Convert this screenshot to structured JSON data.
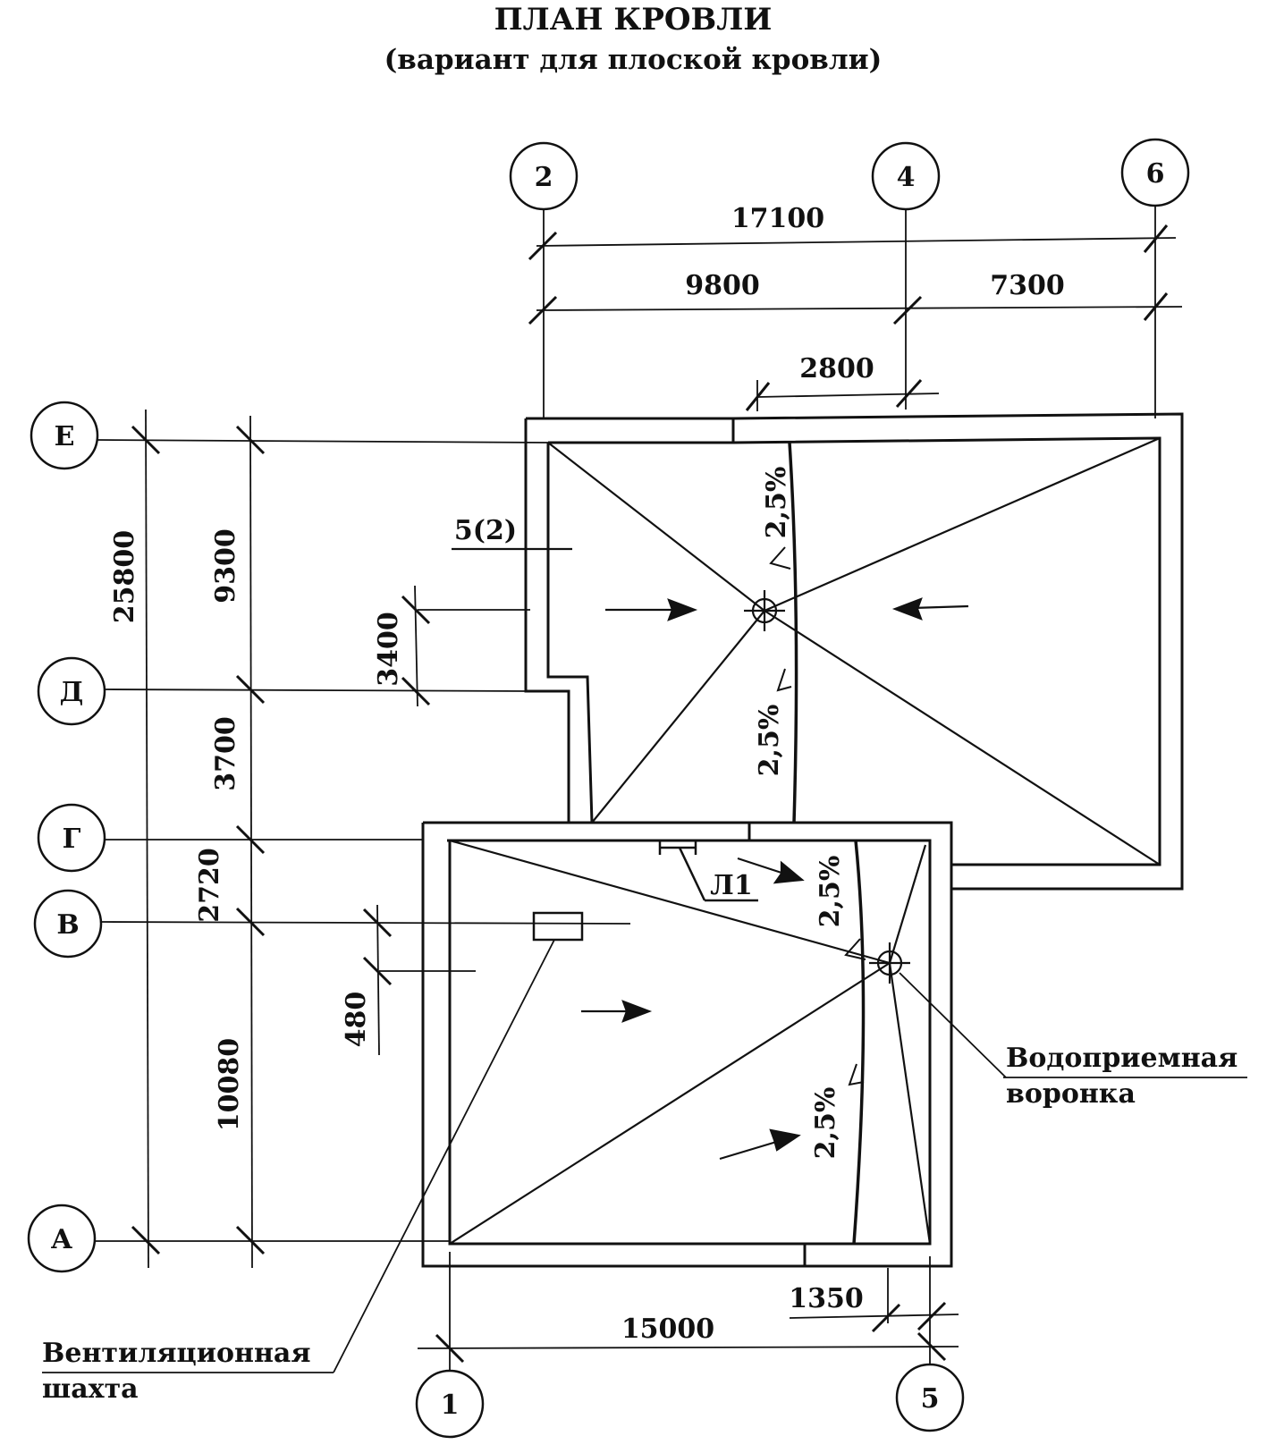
{
  "title": "ПЛАН КРОВЛИ",
  "subtitle": "(вариант для плоской кровли)",
  "axes_vertical": [
    "2",
    "4",
    "6",
    "1",
    "5"
  ],
  "axes_horizontal": [
    "Е",
    "Д",
    "Г",
    "В",
    "А"
  ],
  "dimensions": {
    "d17100": "17100",
    "d9800": "9800",
    "d7300": "7300",
    "d2800": "2800",
    "d25800": "25800",
    "d9300": "9300",
    "d3400": "3400",
    "d3700": "3700",
    "d2720": "2720",
    "d480": "480",
    "d10080": "10080",
    "d1350": "1350",
    "d15000": "15000"
  },
  "slopes": {
    "s1": "2,5%",
    "s2": "2,5%",
    "s3": "2,5%",
    "s4": "2,5%"
  },
  "labels": {
    "section": "5(2)",
    "beam": "Л1",
    "funnel_line1": "Водоприемная",
    "funnel_line2": "воронка",
    "vent_line1": "Вентиляционная",
    "vent_line2": "шахта"
  }
}
